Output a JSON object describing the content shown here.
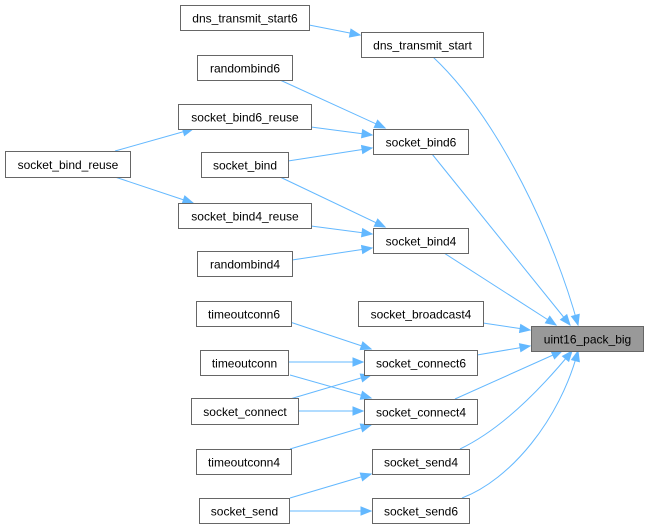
{
  "diagram": {
    "type": "call-graph",
    "root": "uint16_pack_big",
    "colors": {
      "edge": "#63b8ff",
      "root_fill": "#999999",
      "node_border": "#666666",
      "node_fill": "#ffffff"
    },
    "nodes": [
      {
        "id": "dns_transmit_start6",
        "label": "dns_transmit_start6"
      },
      {
        "id": "dns_transmit_start",
        "label": "dns_transmit_start"
      },
      {
        "id": "randombind6",
        "label": "randombind6"
      },
      {
        "id": "socket_bind6_reuse",
        "label": "socket_bind6_reuse"
      },
      {
        "id": "socket_bind_reuse",
        "label": "socket_bind_reuse"
      },
      {
        "id": "socket_bind",
        "label": "socket_bind"
      },
      {
        "id": "socket_bind6",
        "label": "socket_bind6"
      },
      {
        "id": "socket_bind4_reuse",
        "label": "socket_bind4_reuse"
      },
      {
        "id": "socket_bind4",
        "label": "socket_bind4"
      },
      {
        "id": "randombind4",
        "label": "randombind4"
      },
      {
        "id": "socket_broadcast4",
        "label": "socket_broadcast4"
      },
      {
        "id": "uint16_pack_big",
        "label": "uint16_pack_big"
      },
      {
        "id": "timeoutconn6",
        "label": "timeoutconn6"
      },
      {
        "id": "timeoutconn",
        "label": "timeoutconn"
      },
      {
        "id": "socket_connect6",
        "label": "socket_connect6"
      },
      {
        "id": "socket_connect",
        "label": "socket_connect"
      },
      {
        "id": "socket_connect4",
        "label": "socket_connect4"
      },
      {
        "id": "timeoutconn4",
        "label": "timeoutconn4"
      },
      {
        "id": "socket_send4",
        "label": "socket_send4"
      },
      {
        "id": "socket_send",
        "label": "socket_send"
      },
      {
        "id": "socket_send6",
        "label": "socket_send6"
      }
    ],
    "edges": [
      {
        "from": "dns_transmit_start6",
        "to": "dns_transmit_start"
      },
      {
        "from": "dns_transmit_start",
        "to": "uint16_pack_big"
      },
      {
        "from": "randombind6",
        "to": "socket_bind6"
      },
      {
        "from": "socket_bind6_reuse",
        "to": "socket_bind6"
      },
      {
        "from": "socket_bind",
        "to": "socket_bind6"
      },
      {
        "from": "socket_bind_reuse",
        "to": "socket_bind6_reuse"
      },
      {
        "from": "socket_bind_reuse",
        "to": "socket_bind4_reuse"
      },
      {
        "from": "socket_bind",
        "to": "socket_bind4"
      },
      {
        "from": "socket_bind4_reuse",
        "to": "socket_bind4"
      },
      {
        "from": "randombind4",
        "to": "socket_bind4"
      },
      {
        "from": "socket_bind6",
        "to": "uint16_pack_big"
      },
      {
        "from": "socket_bind4",
        "to": "uint16_pack_big"
      },
      {
        "from": "socket_broadcast4",
        "to": "uint16_pack_big"
      },
      {
        "from": "timeoutconn6",
        "to": "socket_connect6"
      },
      {
        "from": "timeoutconn",
        "to": "socket_connect6"
      },
      {
        "from": "socket_connect",
        "to": "socket_connect6"
      },
      {
        "from": "timeoutconn",
        "to": "socket_connect4"
      },
      {
        "from": "socket_connect",
        "to": "socket_connect4"
      },
      {
        "from": "timeoutconn4",
        "to": "socket_connect4"
      },
      {
        "from": "socket_connect6",
        "to": "uint16_pack_big"
      },
      {
        "from": "socket_connect4",
        "to": "uint16_pack_big"
      },
      {
        "from": "socket_send",
        "to": "socket_send4"
      },
      {
        "from": "socket_send",
        "to": "socket_send6"
      },
      {
        "from": "socket_send4",
        "to": "uint16_pack_big"
      },
      {
        "from": "socket_send6",
        "to": "uint16_pack_big"
      }
    ]
  }
}
